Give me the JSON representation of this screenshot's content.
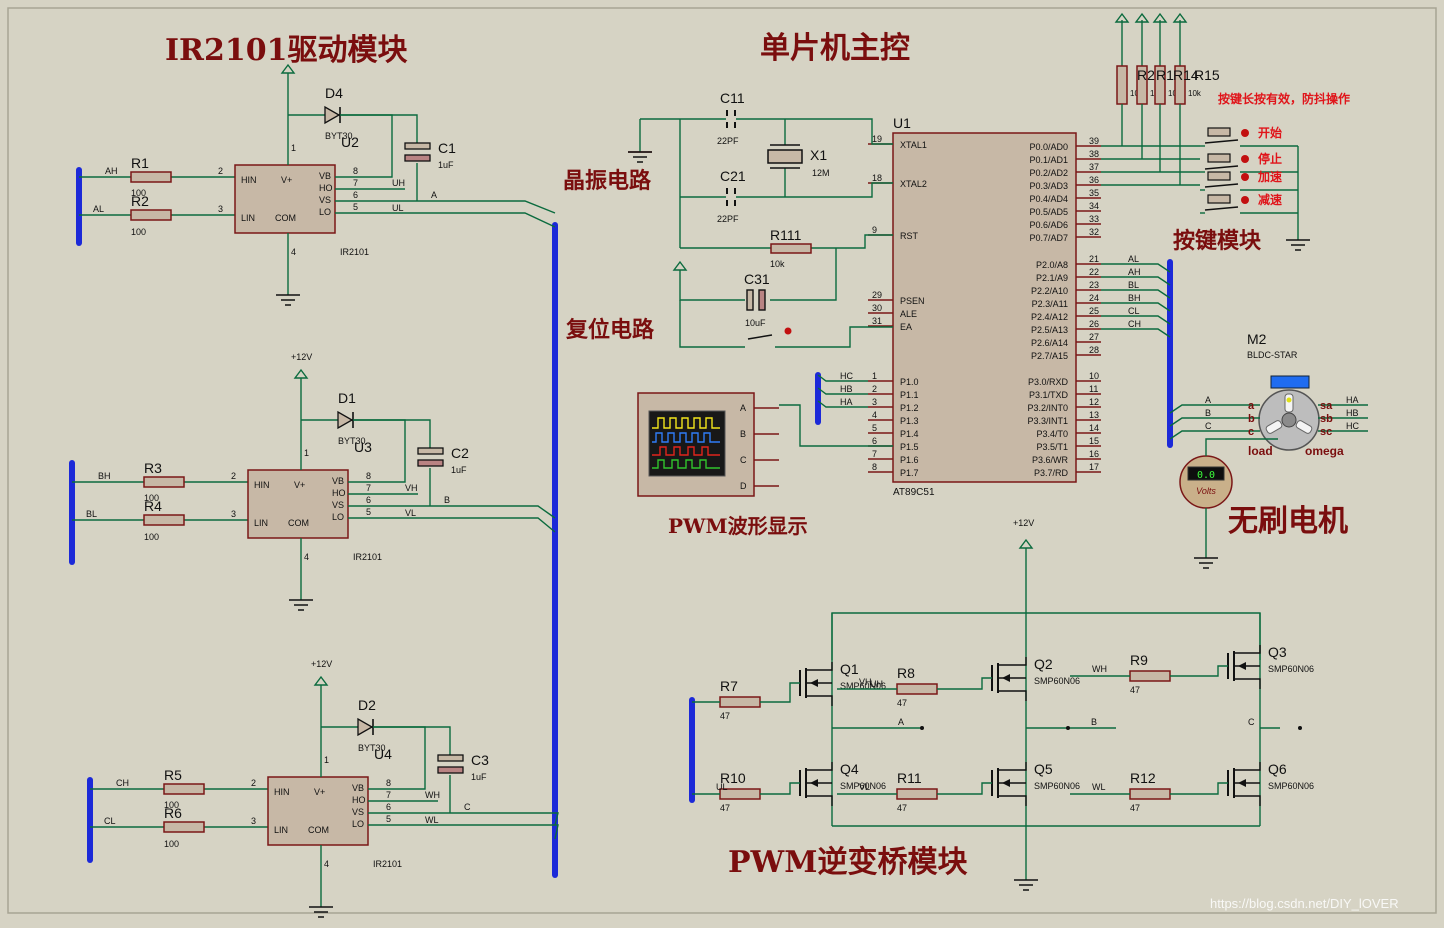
{
  "titles": {
    "driver": "IR2101驱动模块",
    "mcu": "单片机主控",
    "crystal": "晶振电路",
    "reset": "复位电路",
    "buttons": "按键模块",
    "pwm_display": "PWM波形显示",
    "motor": "无刷电机",
    "inverter": "PWM逆变桥模块",
    "note": "按键长按有效，防抖操作"
  },
  "mcu": {
    "ref": "U1",
    "part": "AT89C51",
    "left_pins": [
      {
        "num": "19",
        "name": "XTAL1"
      },
      {
        "num": "18",
        "name": "XTAL2"
      },
      {
        "num": "9",
        "name": "RST"
      },
      {
        "num": "29",
        "name": "PSEN"
      },
      {
        "num": "30",
        "name": "ALE"
      },
      {
        "num": "31",
        "name": "EA"
      },
      {
        "num": "1",
        "name": "P1.0"
      },
      {
        "num": "2",
        "name": "P1.1"
      },
      {
        "num": "3",
        "name": "P1.2"
      },
      {
        "num": "4",
        "name": "P1.3"
      },
      {
        "num": "5",
        "name": "P1.4"
      },
      {
        "num": "6",
        "name": "P1.5"
      },
      {
        "num": "7",
        "name": "P1.6"
      },
      {
        "num": "8",
        "name": "P1.7"
      }
    ],
    "right_pins": [
      {
        "num": "39",
        "name": "P0.0/AD0"
      },
      {
        "num": "38",
        "name": "P0.1/AD1"
      },
      {
        "num": "37",
        "name": "P0.2/AD2"
      },
      {
        "num": "36",
        "name": "P0.3/AD3"
      },
      {
        "num": "35",
        "name": "P0.4/AD4"
      },
      {
        "num": "34",
        "name": "P0.5/AD5"
      },
      {
        "num": "33",
        "name": "P0.6/AD6"
      },
      {
        "num": "32",
        "name": "P0.7/AD7"
      },
      {
        "num": "21",
        "name": "P2.0/A8"
      },
      {
        "num": "22",
        "name": "P2.1/A9"
      },
      {
        "num": "23",
        "name": "P2.2/A10"
      },
      {
        "num": "24",
        "name": "P2.3/A11"
      },
      {
        "num": "25",
        "name": "P2.4/A12"
      },
      {
        "num": "26",
        "name": "P2.5/A13"
      },
      {
        "num": "27",
        "name": "P2.6/A14"
      },
      {
        "num": "28",
        "name": "P2.7/A15"
      },
      {
        "num": "10",
        "name": "P3.0/RXD"
      },
      {
        "num": "11",
        "name": "P3.1/TXD"
      },
      {
        "num": "12",
        "name": "P3.2/INT0"
      },
      {
        "num": "13",
        "name": "P3.3/INT1"
      },
      {
        "num": "14",
        "name": "P3.4/T0"
      },
      {
        "num": "15",
        "name": "P3.5/T1"
      },
      {
        "num": "16",
        "name": "P3.6/WR"
      },
      {
        "num": "17",
        "name": "P3.7/RD"
      }
    ]
  },
  "drivers": [
    {
      "ref": "U2",
      "part": "IR2101",
      "diode": "D4",
      "diode_part": "BYT30",
      "cap": "C1",
      "cap_val": "1uF",
      "ra": "R1",
      "rb": "R2",
      "rval": "100",
      "in_h": "AH",
      "in_l": "AL",
      "out_h": "UH",
      "out_l": "UL",
      "phase": "A",
      "supply": ""
    },
    {
      "ref": "U3",
      "part": "IR2101",
      "diode": "D1",
      "diode_part": "BYT30",
      "cap": "C2",
      "cap_val": "1uF",
      "ra": "R3",
      "rb": "R4",
      "rval": "100",
      "in_h": "BH",
      "in_l": "BL",
      "out_h": "VH",
      "out_l": "VL",
      "phase": "B",
      "supply": "+12V"
    },
    {
      "ref": "U4",
      "part": "IR2101",
      "diode": "D2",
      "diode_part": "BYT30",
      "cap": "C3",
      "cap_val": "1uF",
      "ra": "R5",
      "rb": "R6",
      "rval": "100",
      "in_h": "CH",
      "in_l": "CL",
      "out_h": "WH",
      "out_l": "WL",
      "phase": "C",
      "supply": "+12V"
    }
  ],
  "driver_pins": {
    "hin": "HIN",
    "lin": "LIN",
    "vcc": "V+",
    "com": "COM",
    "vb": "VB",
    "ho": "HO",
    "vs": "VS",
    "lo": "LO"
  },
  "crystal": {
    "c11": "C11",
    "c21": "C21",
    "cval": "22PF",
    "x": "X1",
    "xval": "12M"
  },
  "reset": {
    "r": "R111",
    "rval": "10k",
    "c": "C31",
    "cval": "10uF"
  },
  "pullups": {
    "labels": [
      "R2",
      "R1",
      "R14",
      "R15"
    ],
    "val": "10k"
  },
  "buttons": [
    "开始",
    "停止",
    "加速",
    "减速"
  ],
  "scope": {
    "channels": [
      "A",
      "B",
      "C",
      "D"
    ]
  },
  "motor": {
    "ref": "M2",
    "part": "BLDC-STAR",
    "in": [
      "a",
      "b",
      "c"
    ],
    "out": [
      "sa",
      "sb",
      "sc"
    ],
    "load": "load",
    "omega": "omega",
    "nets_in": [
      "A",
      "B",
      "C"
    ],
    "nets_out": [
      "HA",
      "HB",
      "HC"
    ],
    "volt_label": "Volts",
    "volt_reading": "0.0"
  },
  "mcu_nets": {
    "p2": [
      "AL",
      "AH",
      "BL",
      "BH",
      "CL",
      "CH"
    ],
    "p1": [
      "HC",
      "HB",
      "HA"
    ]
  },
  "inverter": {
    "supply": "+12V",
    "mosfets": [
      {
        "ref": "Q1",
        "part": "SMP60N06"
      },
      {
        "ref": "Q2",
        "part": "SMP60N06"
      },
      {
        "ref": "Q3",
        "part": "SMP60N06"
      },
      {
        "ref": "Q4",
        "part": "SMP60N06"
      },
      {
        "ref": "Q5",
        "part": "SMP60N06"
      },
      {
        "ref": "Q6",
        "part": "SMP60N06"
      }
    ],
    "gate_res": [
      {
        "ref": "R7",
        "val": "47",
        "net": ""
      },
      {
        "ref": "R8",
        "val": "47",
        "net": "VH"
      },
      {
        "ref": "R9",
        "val": "47",
        "net": "WH"
      },
      {
        "ref": "R10",
        "val": "47",
        "net": "UL"
      },
      {
        "ref": "R11",
        "val": "47",
        "net": "VL"
      },
      {
        "ref": "R12",
        "val": "47",
        "net": "WL"
      }
    ],
    "q1_gate_net": "UH",
    "phases": [
      "A",
      "B",
      "C"
    ]
  },
  "watermark": "https://blog.csdn.net/DIY_lOVER"
}
